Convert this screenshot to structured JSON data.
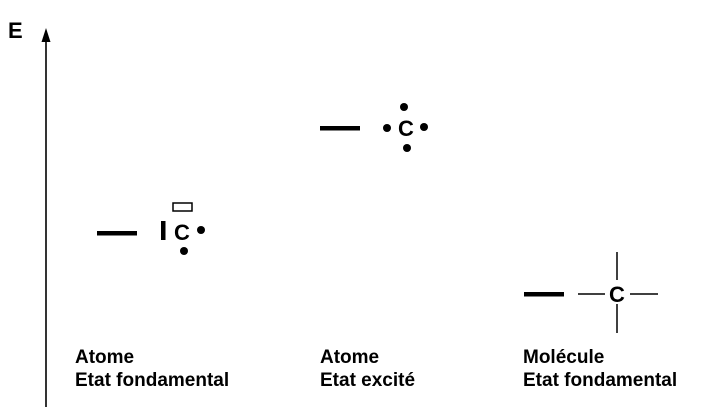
{
  "axis": {
    "label": "E"
  },
  "states": [
    {
      "atom_symbol": "C",
      "caption_line1": "Atome",
      "caption_line2": "Etat fondamental"
    },
    {
      "atom_symbol": "C",
      "caption_line1": "Atome",
      "caption_line2": "Etat excité"
    },
    {
      "atom_symbol": "C",
      "caption_line1": "Molécule",
      "caption_line2": "Etat fondamental"
    }
  ],
  "colors": {
    "ink": "#000000",
    "background": "#ffffff"
  }
}
